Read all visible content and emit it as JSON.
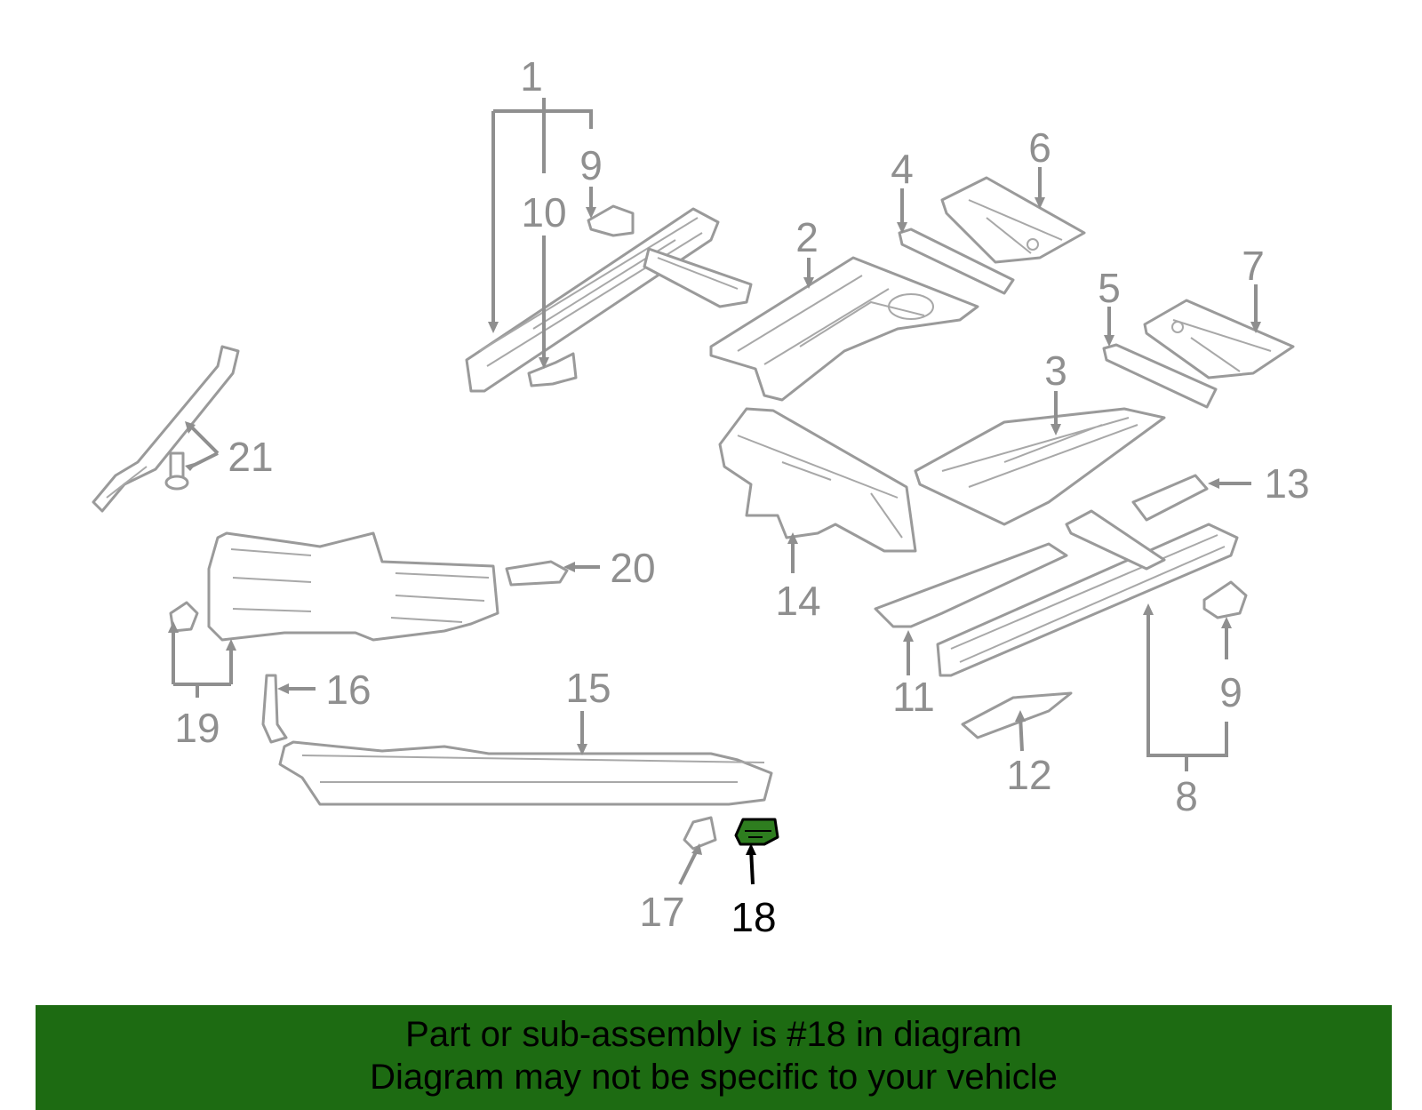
{
  "diagram": {
    "callouts": [
      {
        "id": "1",
        "text": "1"
      },
      {
        "id": "2",
        "text": "2"
      },
      {
        "id": "3",
        "text": "3"
      },
      {
        "id": "4",
        "text": "4"
      },
      {
        "id": "5",
        "text": "5"
      },
      {
        "id": "6",
        "text": "6"
      },
      {
        "id": "7",
        "text": "7"
      },
      {
        "id": "8",
        "text": "8"
      },
      {
        "id": "9a",
        "text": "9"
      },
      {
        "id": "9b",
        "text": "9"
      },
      {
        "id": "10",
        "text": "10"
      },
      {
        "id": "11",
        "text": "11"
      },
      {
        "id": "12",
        "text": "12"
      },
      {
        "id": "13",
        "text": "13"
      },
      {
        "id": "14",
        "text": "14"
      },
      {
        "id": "15",
        "text": "15"
      },
      {
        "id": "16",
        "text": "16"
      },
      {
        "id": "17",
        "text": "17"
      },
      {
        "id": "18",
        "text": "18"
      },
      {
        "id": "19",
        "text": "19"
      },
      {
        "id": "20",
        "text": "20"
      },
      {
        "id": "21",
        "text": "21"
      }
    ],
    "highlighted_part": "18",
    "colors": {
      "line_art": "#9a9a9a",
      "callout_text": "#8f8f8f",
      "highlight_fill": "#2e7d1f",
      "banner_bg": "#1d6b12"
    }
  },
  "banner": {
    "line1": "Part or sub-assembly is #18 in diagram",
    "line2": "Diagram may not be specific to your vehicle"
  }
}
